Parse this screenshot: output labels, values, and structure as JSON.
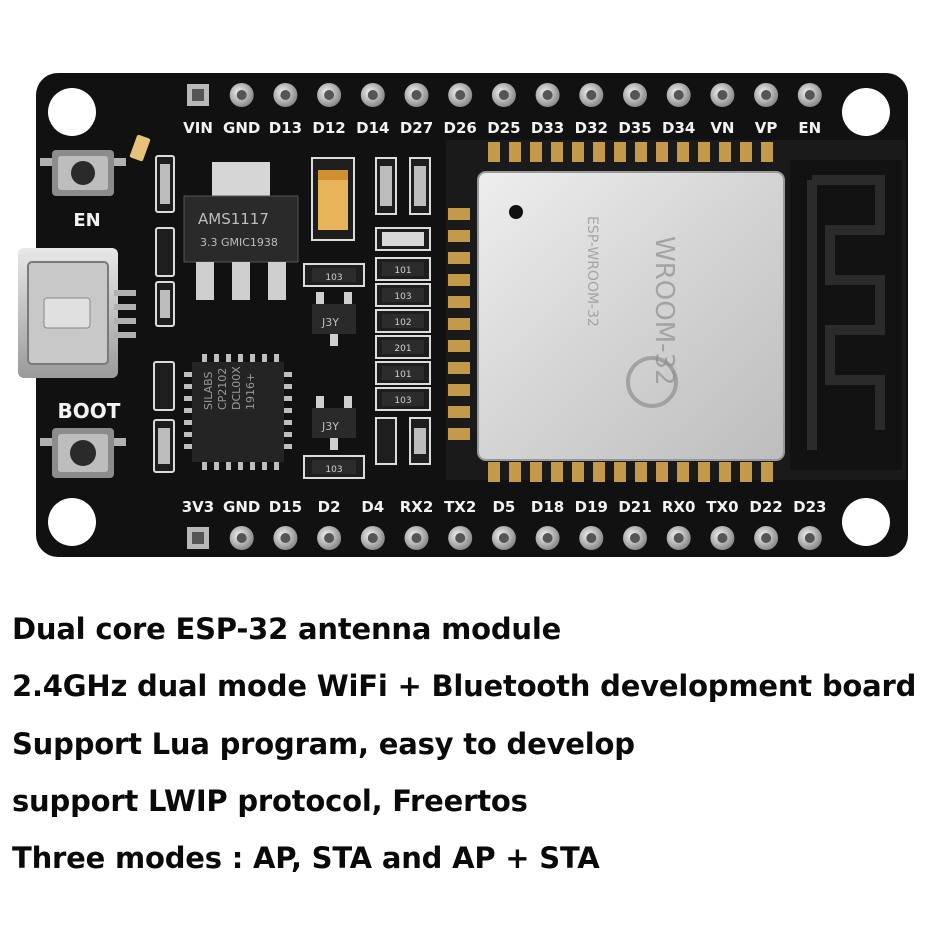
{
  "board": {
    "top_pins": [
      "VIN",
      "GND",
      "D13",
      "D12",
      "D14",
      "D27",
      "D26",
      "D25",
      "D33",
      "D32",
      "D35",
      "D34",
      "VN",
      "VP",
      "EN"
    ],
    "bottom_pins": [
      "3V3",
      "GND",
      "D15",
      "D2",
      "D4",
      "RX2",
      "TX2",
      "D5",
      "D18",
      "D19",
      "D21",
      "RX0",
      "TX0",
      "D22",
      "D23"
    ],
    "buttons": {
      "en": "EN",
      "boot": "BOOT"
    },
    "regulator": {
      "line1": "AMS1117",
      "line2": "3.3  GMIC1938"
    },
    "usb_chip": {
      "line1": "SILABS",
      "line2": "CP2102",
      "line3": "DCL00X",
      "line4": "1916+"
    },
    "transistors": [
      "J3Y",
      "J3Y"
    ],
    "resistor_codes": [
      "103",
      "101",
      "103",
      "102",
      "201",
      "101",
      "103",
      "103"
    ],
    "module": {
      "brand": "WROOM-32",
      "marking": "ESP-WROOM-32"
    }
  },
  "description": [
    "Dual core ESP-32 antenna module",
    "2.4GHz dual mode WiFi + Bluetooth development board",
    "Support Lua program, easy to develop",
    "support LWIP protocol, Freertos",
    "Three modes : AP, STA and AP + STA"
  ],
  "colors": {
    "pcb": "#111111",
    "pin": "#c9c9c9",
    "shield": "#d9d9d9",
    "text": "#0a0a0a"
  }
}
